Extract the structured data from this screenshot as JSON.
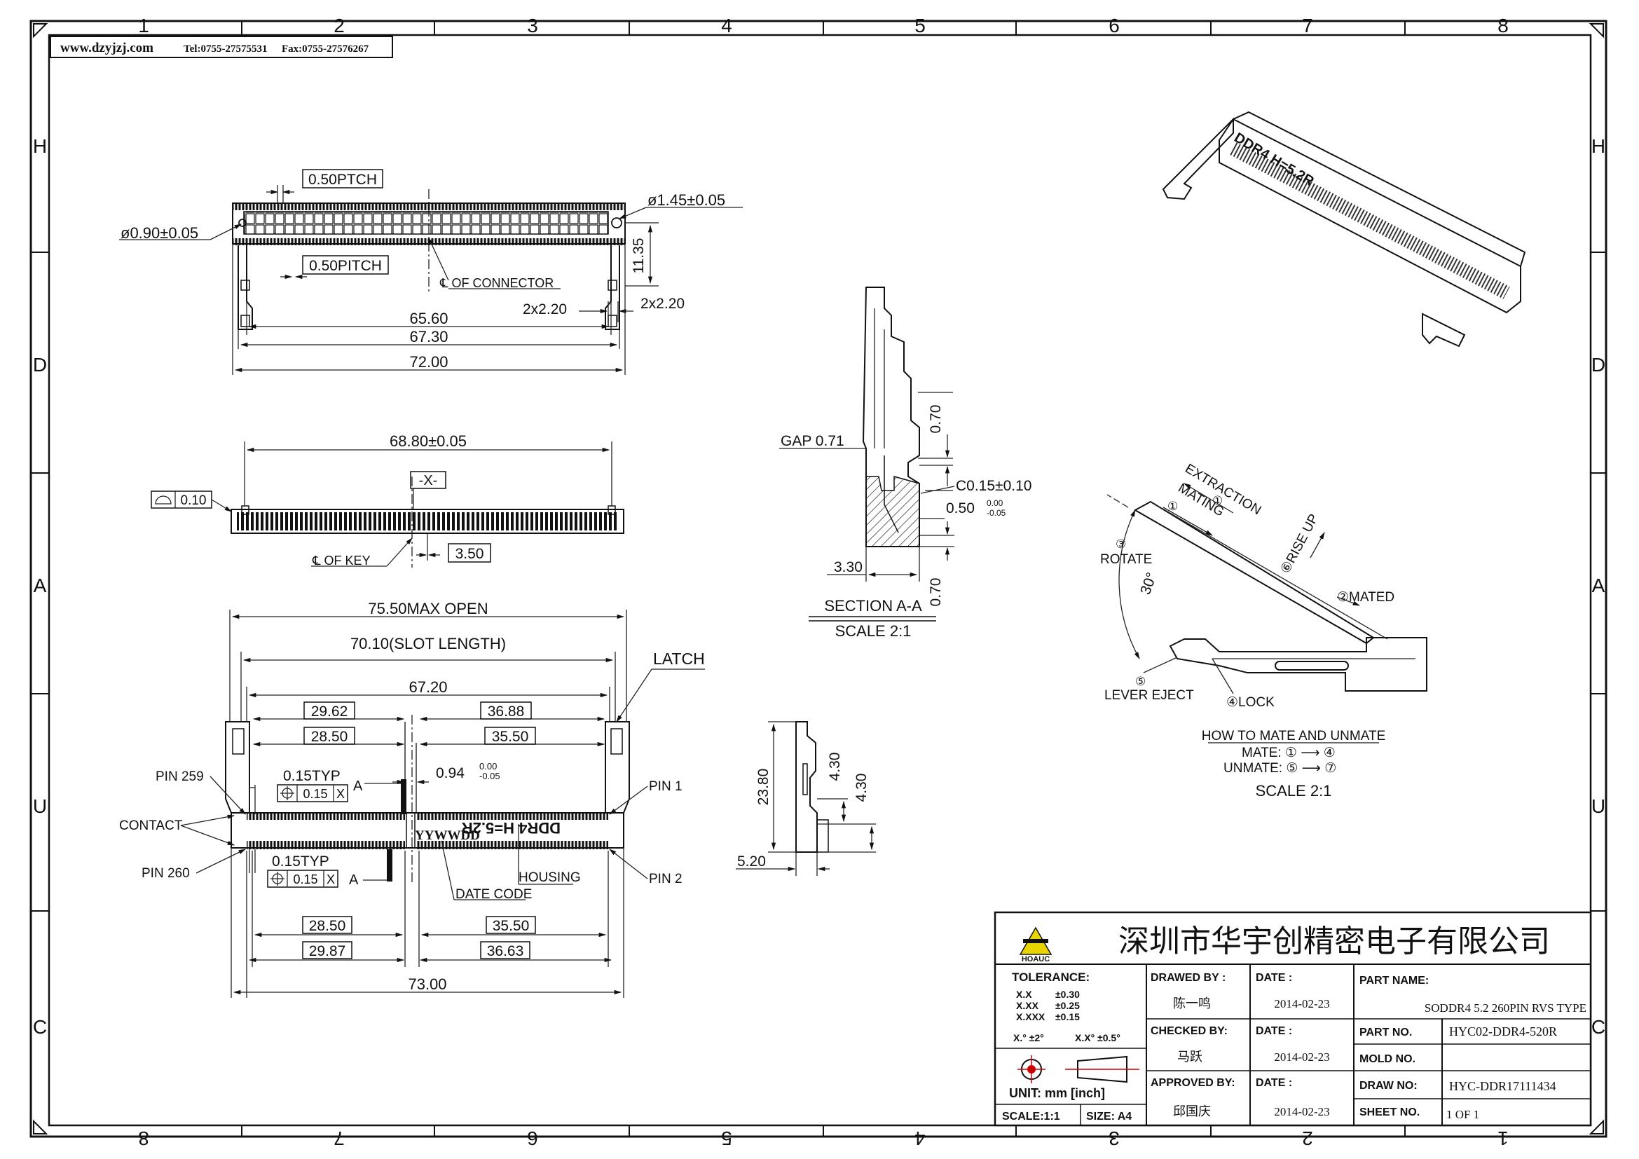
{
  "header": {
    "website": "www.dzyjzj.com",
    "tel": "Tel:0755-27575531",
    "fax": "Fax:0755-27576267"
  },
  "border": {
    "top_numbers": [
      "1",
      "2",
      "3",
      "4",
      "5",
      "6",
      "7",
      "8"
    ],
    "bottom_numbers": [
      "8",
      "7",
      "6",
      "5",
      "4",
      "3",
      "2",
      "1"
    ],
    "left_letters": [
      "H",
      "D",
      "A",
      "U",
      "C"
    ],
    "right_letters": [
      "H",
      "D",
      "A",
      "U",
      "C"
    ]
  },
  "top_view": {
    "pitch_top": "0.50PTCH",
    "pitch_bottom": "0.50PITCH",
    "hole_left": "ø0.90±0.05",
    "hole_right": "ø1.45±0.05",
    "height_dim": "11.35",
    "connector_center": "℄ OF CONNECTOR",
    "offset_left": "2x2.20",
    "offset_right": "2x2.20",
    "width_a": "65.60",
    "width_b": "67.30",
    "width_c": "72.00"
  },
  "front_view": {
    "length": "68.80±0.05",
    "datum": "-X-",
    "flatness": "0.10",
    "key_center": "℄ OF KEY",
    "key_offset": "3.50"
  },
  "bottom_view": {
    "max_open": "75.50MAX OPEN",
    "slot_length": "70.10(SLOT LENGTH)",
    "latch": "LATCH",
    "span": "67.20",
    "dim_left_top": "29.62",
    "dim_right_top": "36.88",
    "dim_left_mid": "28.50",
    "dim_right_mid": "35.50",
    "pin259": "PIN 259",
    "pin1": "PIN 1",
    "pin260": "PIN 260",
    "pin2": "PIN 2",
    "contact": "CONTACT",
    "typ_top": "0.15TYP",
    "typ_bottom": "0.15TYP",
    "pos_tol": "0.15",
    "datum_x": "X",
    "datum_a": "A",
    "offset_094": "0.94",
    "offset_094_upper": "0.00",
    "offset_094_lower": "-0.05",
    "date_marking": "YYWWDD",
    "part_marking": "DDR4 H=5.2R",
    "housing": "HOUSING",
    "date_code": "DATE CODE",
    "dim_left_b1": "28.50",
    "dim_right_b1": "35.50",
    "dim_left_b2": "29.87",
    "dim_right_b2": "36.63",
    "overall": "73.00"
  },
  "section_view": {
    "gap": "GAP 0.71",
    "dim_070_top": "0.70",
    "chamfer": "C0.15±0.10",
    "dim_050": "0.50",
    "dim_050_upper": "0.00",
    "dim_050_lower": "-0.05",
    "dim_330": "3.30",
    "dim_070_bottom": "0.70",
    "title": "SECTION A-A",
    "scale": "SCALE 2:1"
  },
  "side_view": {
    "height": "23.80",
    "dim_a": "4.30",
    "dim_b": "4.30",
    "width": "5.20"
  },
  "iso_view": {
    "label": "DDR4 H=5.2R"
  },
  "mating_view": {
    "extraction": "EXTRACTION",
    "mating": "MATING",
    "step1": "①",
    "step2": "②MATED",
    "step3": "ROTATE",
    "step3_num": "③",
    "step4": "④LOCK",
    "step5": "LEVER EJECT",
    "step5_num": "⑤",
    "step6": "⑥RISE UP",
    "step7": "⑦",
    "angle": "30°",
    "howto_title": "HOW TO MATE AND UNMATE",
    "mate_line": "MATE: ① ⟶ ④",
    "unmate_line": "UNMATE: ⑤ ⟶ ⑦",
    "scale": "SCALE 2:1"
  },
  "title_block": {
    "company": "深圳市华宇创精密电子有限公司",
    "logo_text": "HOAUC",
    "tolerance_label": "TOLERANCE:",
    "tol_x": "X.X",
    "tol_x_val": "±0.30",
    "tol_xx": "X.XX",
    "tol_xx_val": "±0.25",
    "tol_xxx": "X.XXX",
    "tol_xxx_val": "±0.15",
    "tol_ang1": "X.° ±2°",
    "tol_ang2": "X.X° ±0.5°",
    "unit": "UNIT: mm [inch]",
    "scale": "SCALE:1:1",
    "size": "SIZE: A4",
    "drawed_by_label": "DRAWED BY :",
    "drawed_by": "陈一鸣",
    "checked_by_label": "CHECKED BY:",
    "checked_by": "马跃",
    "approved_by_label": "APPROVED BY:",
    "approved_by": "邱国庆",
    "date_label": "DATE :",
    "date1": "2014-02-23",
    "date2": "2014-02-23",
    "date3": "2014-02-23",
    "part_name_label": "PART NAME:",
    "part_name": "SODDR4 5.2 260PIN RVS TYPE",
    "part_no_label": "PART NO.",
    "part_no": "HYC02-DDR4-520R",
    "mold_no_label": "MOLD NO.",
    "mold_no": "",
    "draw_no_label": "DRAW NO:",
    "draw_no": "HYC-DDR17111434",
    "sheet_no_label": "SHEET NO.",
    "sheet_no": "1 OF 1"
  }
}
